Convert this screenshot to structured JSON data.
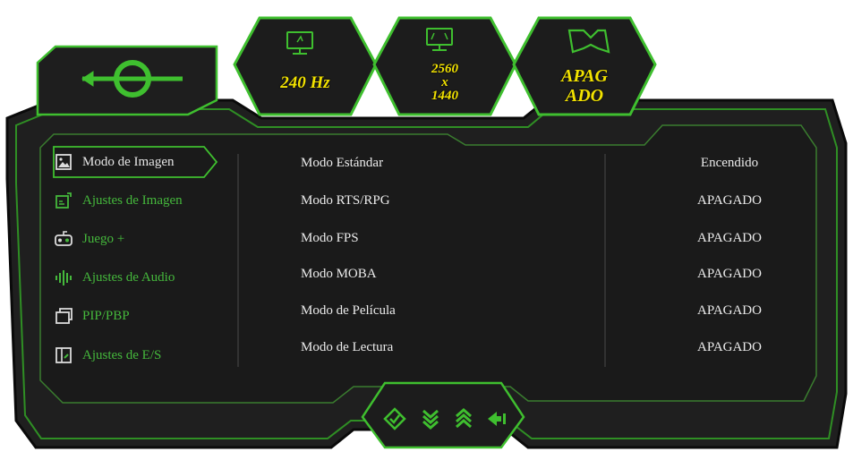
{
  "header": {
    "refresh_rate": "240 Hz",
    "resolution_line1": "2560",
    "resolution_line2": "x",
    "resolution_line3": "1440",
    "game_mode_line1": "APAG",
    "game_mode_line2": "ADO"
  },
  "sidebar": {
    "items": [
      {
        "label": "Modo de Imagen",
        "icon": "image-icon"
      },
      {
        "label": "Ajustes de Imagen",
        "icon": "image-settings-icon"
      },
      {
        "label": "Juego +",
        "icon": "gamepad-icon"
      },
      {
        "label": "Ajustes de Audio",
        "icon": "audio-icon"
      },
      {
        "label": "PIP/PBP",
        "icon": "pip-icon"
      },
      {
        "label": "Ajustes de E/S",
        "icon": "input-output-icon"
      }
    ]
  },
  "modes": [
    {
      "label": "Modo Estándar",
      "value": "Encendido"
    },
    {
      "label": "Modo RTS/RPG",
      "value": "APAGADO"
    },
    {
      "label": "Modo FPS",
      "value": "APAGADO"
    },
    {
      "label": "Modo MOBA",
      "value": "APAGADO"
    },
    {
      "label": "Modo de Película",
      "value": "APAGADO"
    },
    {
      "label": "Modo de Lectura",
      "value": "APAGADO"
    }
  ],
  "bottom_nav": [
    "confirm-icon",
    "down-icon",
    "up-icon",
    "exit-icon"
  ],
  "colors": {
    "accent_green": "#3fbf2f",
    "badge_yellow": "#f2e200",
    "panel_dark": "#1c1c1c"
  }
}
